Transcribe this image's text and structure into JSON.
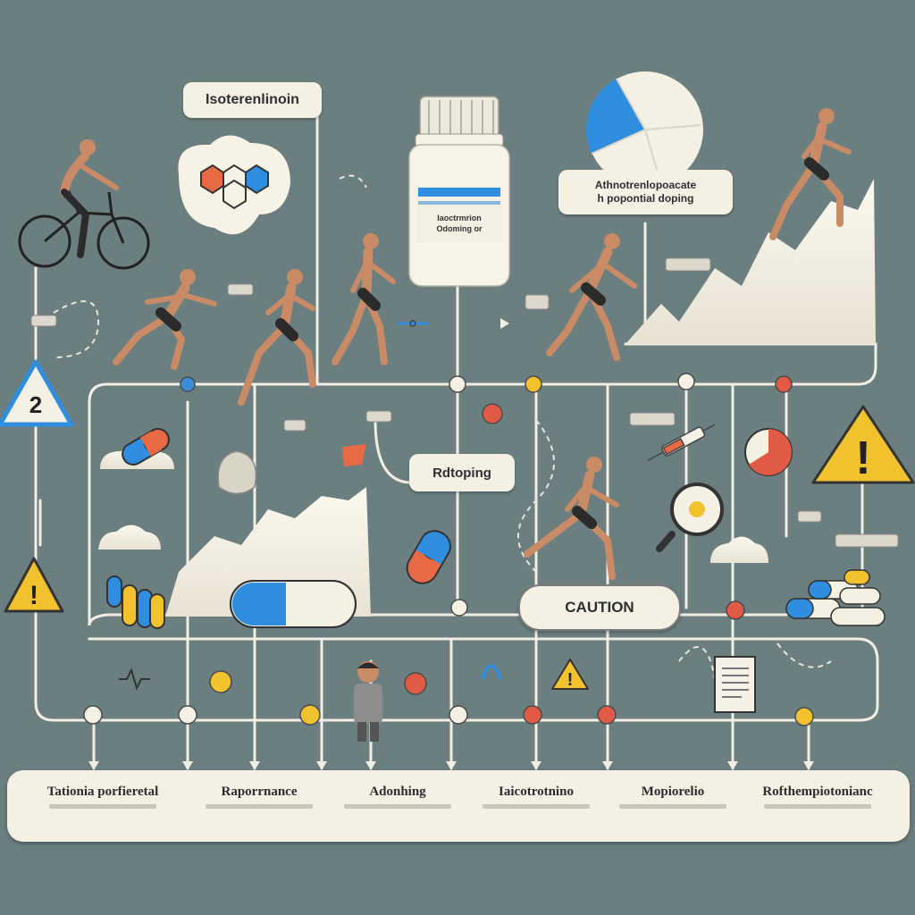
{
  "labels": {
    "isotretinoin": "Isoterenlinoin",
    "bottle_line1": "Iaoctrmrion",
    "bottle_line2": "Odoming or",
    "potential_line1": "Athnotrenlopoacate",
    "potential_line2": "h popontial doping",
    "doping": "Rdtoping",
    "caution": "CAUTION",
    "warning_number": "2"
  },
  "categories": [
    {
      "label": "Tationia porfieretal"
    },
    {
      "label": "Raporrnance"
    },
    {
      "label": "Adonhing"
    },
    {
      "label": "Iaicotrotnino"
    },
    {
      "label": "Mopiorelio"
    },
    {
      "label": "Rofthempiotonianc"
    }
  ],
  "colors": {
    "background": "#6b7e80",
    "panel": "#f4f0e3",
    "line": "#f1eee4",
    "accent_blue": "#3a8fd8",
    "accent_red": "#e05a45",
    "warning_yellow": "#f2c12e",
    "skin": "#c98a66",
    "dark": "#2d2f33"
  },
  "icons": [
    "cyclist-icon",
    "runner-icon",
    "pill-bottle-icon",
    "molecule-icon",
    "warning-icon",
    "capsule-icon",
    "syringe-icon",
    "magnifier-icon",
    "document-icon",
    "pie-chart-icon",
    "person-icon"
  ]
}
